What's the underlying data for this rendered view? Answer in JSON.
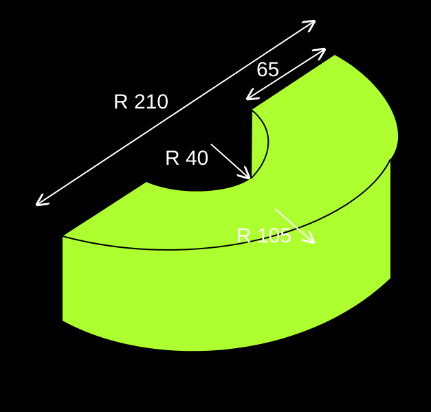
{
  "diagram": {
    "shape_color": "#adff2f",
    "background_color": "#000000",
    "label_color": "#ffffff",
    "dimensions": {
      "outer_radius": "R 210",
      "width": "65",
      "inner_radius": "R 40",
      "mid_radius": "R 105"
    }
  }
}
